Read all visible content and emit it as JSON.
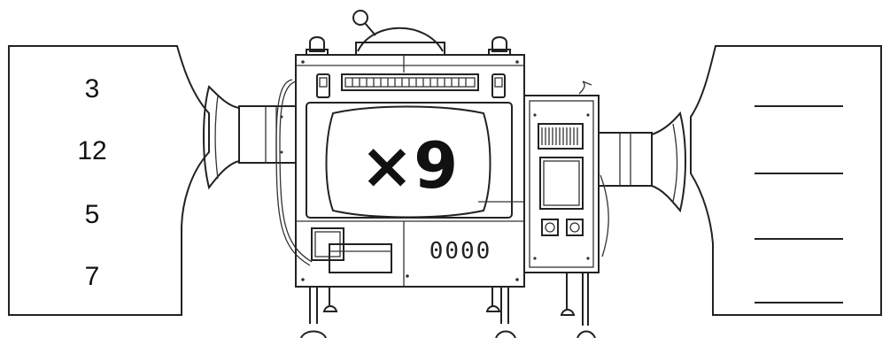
{
  "machine": {
    "operation_label": "×9",
    "counter_display": "0000"
  },
  "input_panel": {
    "numbers": [
      "3",
      "12",
      "5",
      "7"
    ]
  },
  "output_panel": {
    "answers": [
      "",
      "",
      "",
      ""
    ]
  }
}
